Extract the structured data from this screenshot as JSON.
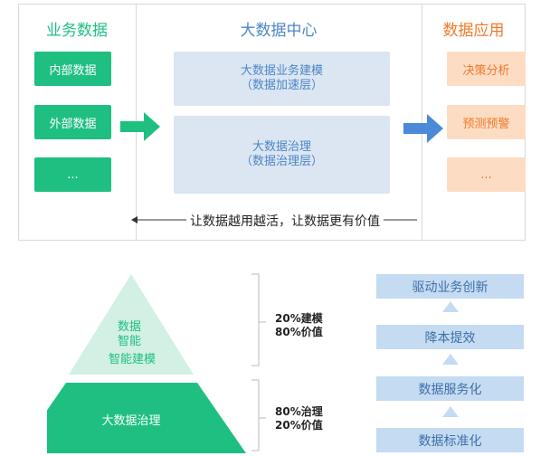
{
  "top": {
    "business": {
      "title": "业务数据",
      "items": [
        "内部数据",
        "外部数据",
        "..."
      ]
    },
    "center": {
      "title": "大数据中心",
      "blocks": [
        {
          "line1": "大数据业务建模",
          "line2": "（数据加速层）"
        },
        {
          "line1": "大数据治理",
          "line2": "（数据治理层）"
        }
      ]
    },
    "apps": {
      "title": "数据应用",
      "items": [
        "决策分析",
        "预测预警",
        "..."
      ]
    },
    "slogan": "让数据越用越活，让数据更有价值"
  },
  "pyramid": {
    "top_line1": "数据",
    "top_line2": "智能",
    "top_line3": "智能建模",
    "bottom": "大数据治理"
  },
  "ratios": {
    "upper": {
      "line1": "20%建模",
      "line2": "80%价值"
    },
    "lower": {
      "line1": "80%治理",
      "line2": "20%价值"
    }
  },
  "stack": [
    "驱动业务创新",
    "降本提效",
    "数据服务化",
    "数据标准化"
  ],
  "colors": {
    "green": "#1fbf82",
    "light_green": "#d2f0e3",
    "blue_box": "#dbe6f2",
    "blue_text": "#4d86c6",
    "orange_box": "#fcdcc3",
    "orange_text": "#f07a2a",
    "arrow_blue": "#4a8ad9"
  }
}
